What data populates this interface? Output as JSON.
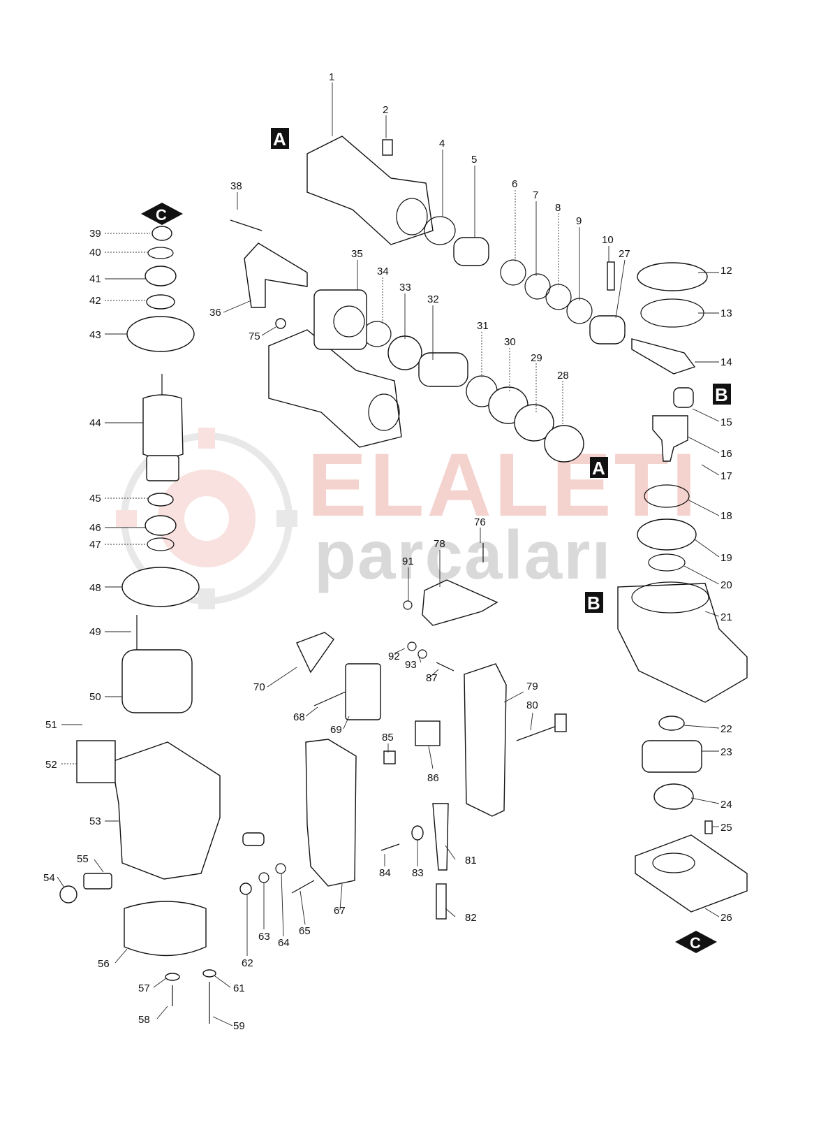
{
  "watermark": {
    "brand_top": "ELALETI",
    "brand_bottom": "parçaları",
    "colors": {
      "top": "#e07a6e",
      "bottom": "#7a7a7a"
    }
  },
  "markers": {
    "a": "A",
    "b": "B",
    "c": "C"
  },
  "labels": {
    "p1": "1",
    "p2": "2",
    "p4": "4",
    "p5": "5",
    "p6": "6",
    "p7": "7",
    "p8": "8",
    "p9": "9",
    "p10": "10",
    "p12": "12",
    "p13": "13",
    "p14": "14",
    "p15": "15",
    "p16": "16",
    "p17": "17",
    "p18": "18",
    "p19": "19",
    "p20": "20",
    "p21": "21",
    "p22": "22",
    "p23": "23",
    "p24": "24",
    "p25": "25",
    "p26": "26",
    "p27": "27",
    "p28": "28",
    "p29": "29",
    "p30": "30",
    "p31": "31",
    "p32": "32",
    "p33": "33",
    "p34": "34",
    "p35": "35",
    "p36": "36",
    "p38": "38",
    "p39": "39",
    "p40": "40",
    "p41": "41",
    "p42": "42",
    "p43": "43",
    "p44": "44",
    "p45": "45",
    "p46": "46",
    "p47": "47",
    "p48": "48",
    "p49": "49",
    "p50": "50",
    "p51": "51",
    "p52": "52",
    "p53": "53",
    "p54": "54",
    "p55": "55",
    "p56": "56",
    "p57": "57",
    "p58": "58",
    "p59": "59",
    "p61": "61",
    "p62": "62",
    "p63": "63",
    "p64": "64",
    "p65": "65",
    "p67": "67",
    "p68": "68",
    "p69": "69",
    "p70": "70",
    "p75": "75",
    "p76": "76",
    "p78": "78",
    "p79": "79",
    "p80": "80",
    "p81": "81",
    "p82": "82",
    "p83": "83",
    "p84": "84",
    "p85": "85",
    "p86": "86",
    "p87": "87",
    "p91": "91",
    "p92": "92",
    "p93": "93"
  }
}
